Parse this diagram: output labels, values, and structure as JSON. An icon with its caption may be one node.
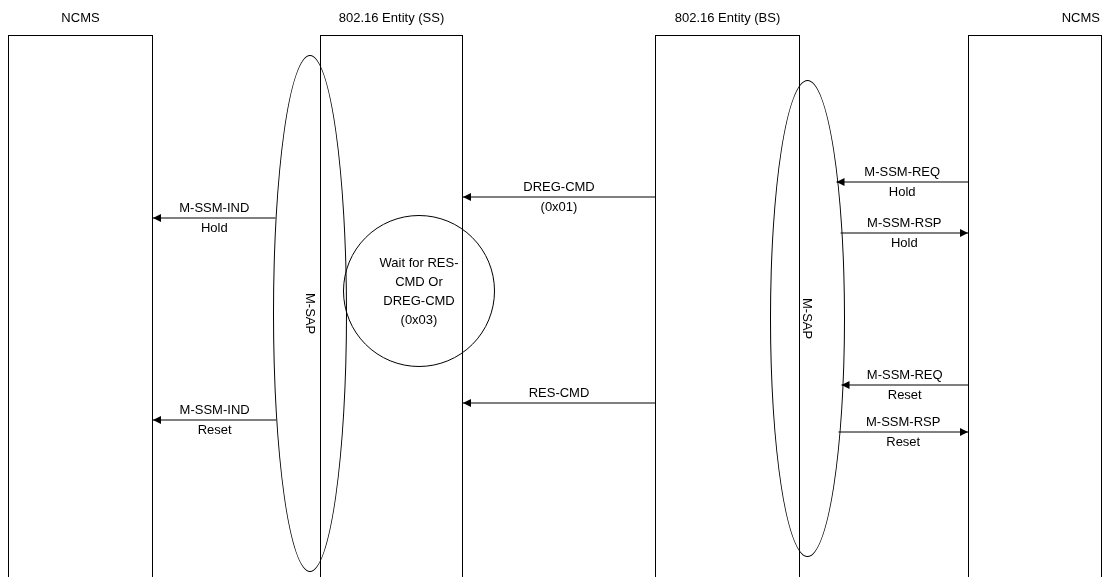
{
  "diagram": {
    "nodes": [
      {
        "text": [
          "NCMS"
        ]
      },
      {
        "text": [
          "802.16 Entity (SS)"
        ]
      },
      {
        "text": [
          "802.16 Entity (BS)"
        ]
      },
      {
        "text": [
          "NCMS"
        ]
      },
      {
        "text": [
          "M-SAP"
        ]
      },
      {
        "text": [
          "Wait for RES-CMD Or DREG-CMD (0x03)"
        ]
      },
      {
        "text": [
          "M-SAP"
        ]
      }
    ],
    "edges": [
      {
        "from": 3,
        "to": 6,
        "arrow": "to",
        "label": "M-SSM-REQ Hold"
      },
      {
        "from": 2,
        "to": 1,
        "arrow": "to",
        "label": "DREG-CMD (0x01)"
      },
      {
        "from": 4,
        "to": 0,
        "arrow": "to",
        "label": "M-SSM-IND Hold"
      },
      {
        "from": 6,
        "to": 3,
        "arrow": "to",
        "label": "M-SSM-RSP Hold"
      },
      {
        "from": 3,
        "to": 6,
        "arrow": "to",
        "label": "M-SSM-REQ Reset"
      },
      {
        "from": 2,
        "to": 1,
        "arrow": "to",
        "label": "RES-CMD"
      },
      {
        "from": 4,
        "to": 0,
        "arrow": "to",
        "label": "M-SSM-IND Reset"
      },
      {
        "from": 6,
        "to": 3,
        "arrow": "to",
        "label": "M-SSM-RSP Reset"
      }
    ]
  }
}
